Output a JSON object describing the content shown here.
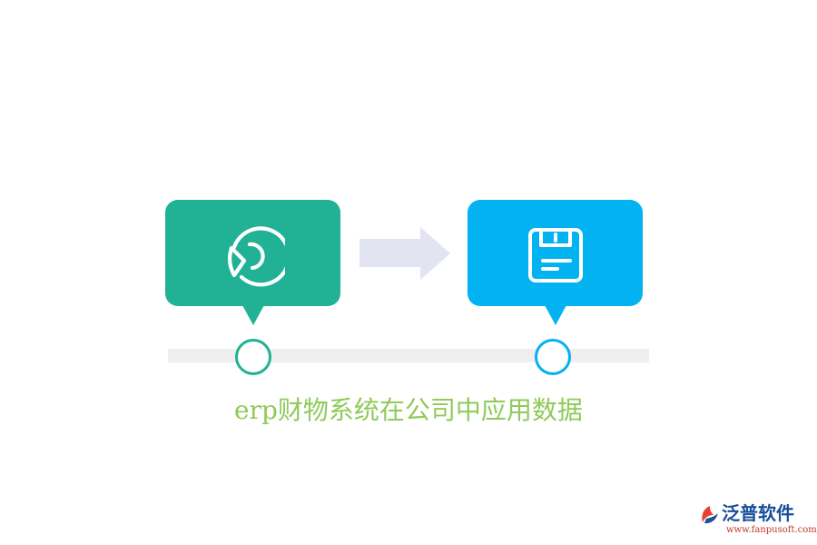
{
  "diagram": {
    "steps": [
      {
        "icon": "pie-chart-icon",
        "color": "#21b195"
      },
      {
        "icon": "floppy-disk-icon",
        "color": "#03b2f1"
      }
    ],
    "connector": {
      "icon": "right-arrow-icon",
      "color": "#e2e4f2"
    },
    "timeline": {
      "track_color": "#efefef"
    },
    "caption": {
      "text": "erp财物系统在公司中应用数据",
      "color": "#8fca5a"
    }
  },
  "watermark": {
    "name": "泛普软件",
    "url": "www.fanpusoft.com"
  }
}
